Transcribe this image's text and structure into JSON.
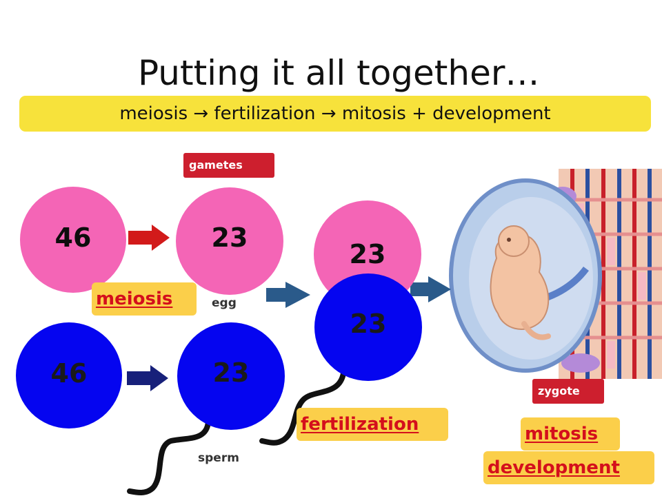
{
  "title": "Putting it all together…",
  "banner": {
    "text": "meiosis  → fertilization  → mitosis + development"
  },
  "cells": {
    "egg_parent": "46",
    "egg": "23",
    "egg_fertilized": "23",
    "sperm_parent": "46",
    "sperm": "23",
    "sperm_fertilizing": "23"
  },
  "tags": {
    "gametes": "gametes",
    "zygote": "zygote"
  },
  "captions": {
    "egg": "egg",
    "sperm": "sperm"
  },
  "process_labels": {
    "meiosis": "meiosis",
    "fertilization": "fertilization",
    "mitosis": "mitosis",
    "development": "development"
  },
  "colors": {
    "egg_cell": "#f465b6",
    "sperm_cell": "#0505f0",
    "banner": "#f7e23b",
    "tag_bg": "#cd1f2e",
    "label_bg": "#fbcf4a",
    "label_text": "#d40f1c",
    "arrow_red": "#d21a1a",
    "arrow_navy": "#17207a",
    "arrow_steel": "#2a5a8a"
  },
  "icons": {
    "embryo": "embryo-in-womb-illustration"
  }
}
